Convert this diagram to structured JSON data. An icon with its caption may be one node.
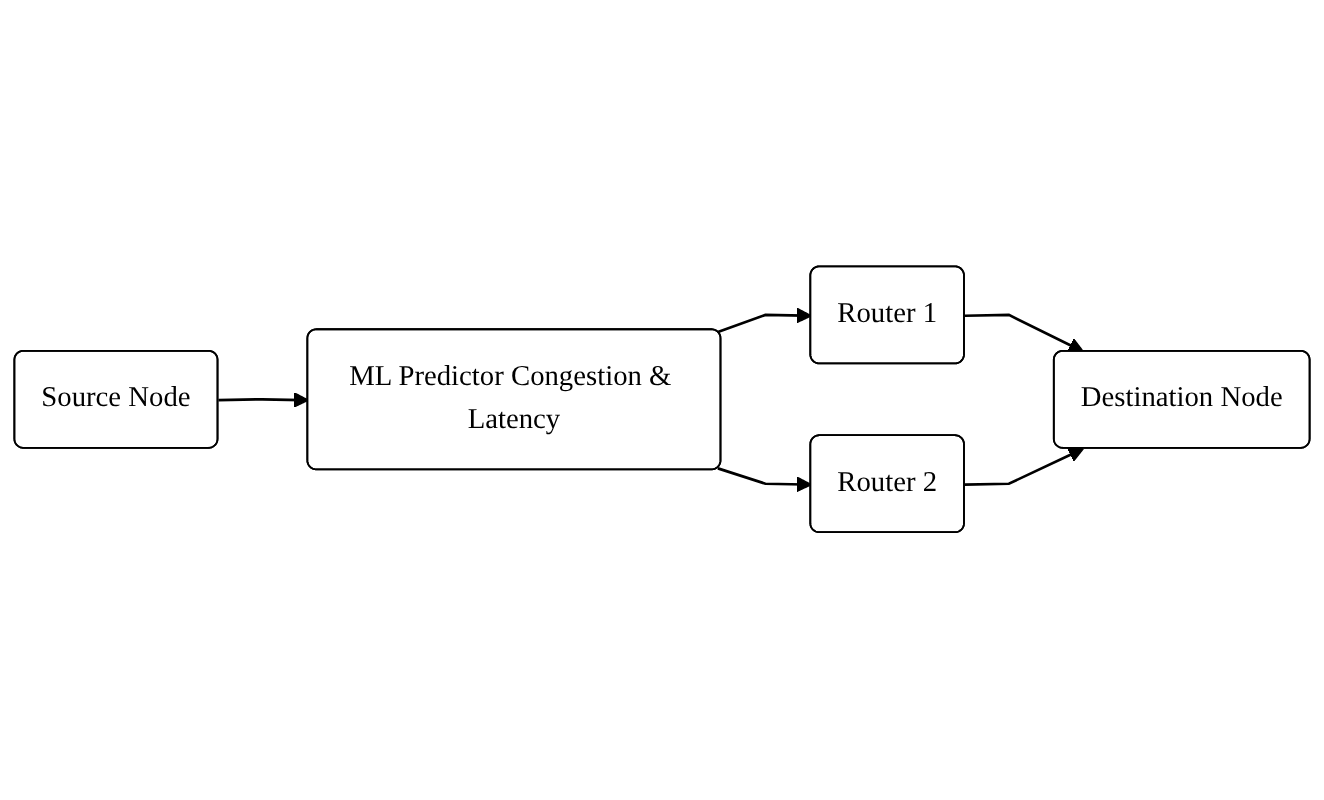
{
  "diagram": {
    "nodes": [
      {
        "text": [
          "Source Node"
        ]
      },
      {
        "text": [
          "ML Predictor Congestion & Latency"
        ]
      },
      {
        "text": [
          "Router 1"
        ]
      },
      {
        "text": [
          "Destination Node"
        ]
      },
      {
        "text": [
          "Router 2"
        ]
      }
    ],
    "edges": [
      {
        "from": 0,
        "to": 1,
        "arrow": "to"
      },
      {
        "from": 1,
        "to": 2,
        "arrow": "to"
      },
      {
        "from": 1,
        "to": 4,
        "arrow": "to"
      },
      {
        "from": 2,
        "to": 3,
        "arrow": "to"
      },
      {
        "from": 4,
        "to": 3,
        "arrow": "to"
      }
    ]
  }
}
